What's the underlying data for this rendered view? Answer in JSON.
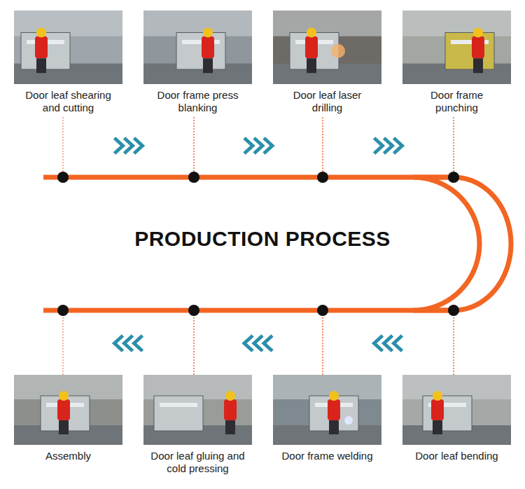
{
  "diagram": {
    "title": "PRODUCTION PROCESS",
    "nodes": [
      {
        "text": [
          "Door leaf shearing and cutting"
        ]
      },
      {
        "text": [
          "Door frame press blanking"
        ]
      },
      {
        "text": [
          "Door leaf laser drilling"
        ]
      },
      {
        "text": [
          "Door frame punching"
        ]
      },
      {
        "text": [
          "Assembly"
        ]
      },
      {
        "text": [
          "Door leaf gluing and cold pressing"
        ]
      },
      {
        "text": [
          "Door frame welding"
        ]
      },
      {
        "text": [
          "Door leaf bending"
        ]
      }
    ],
    "edges": [
      {
        "from": 0,
        "to": 1,
        "arrow": "to"
      },
      {
        "from": 1,
        "to": 2,
        "arrow": "to"
      },
      {
        "from": 2,
        "to": 3,
        "arrow": "to"
      },
      {
        "from": 3,
        "to": 7,
        "arrow": "to"
      },
      {
        "from": 7,
        "to": 6,
        "arrow": "to"
      },
      {
        "from": 6,
        "to": 5,
        "arrow": "to"
      },
      {
        "from": 5,
        "to": 4,
        "arrow": "to"
      }
    ]
  }
}
